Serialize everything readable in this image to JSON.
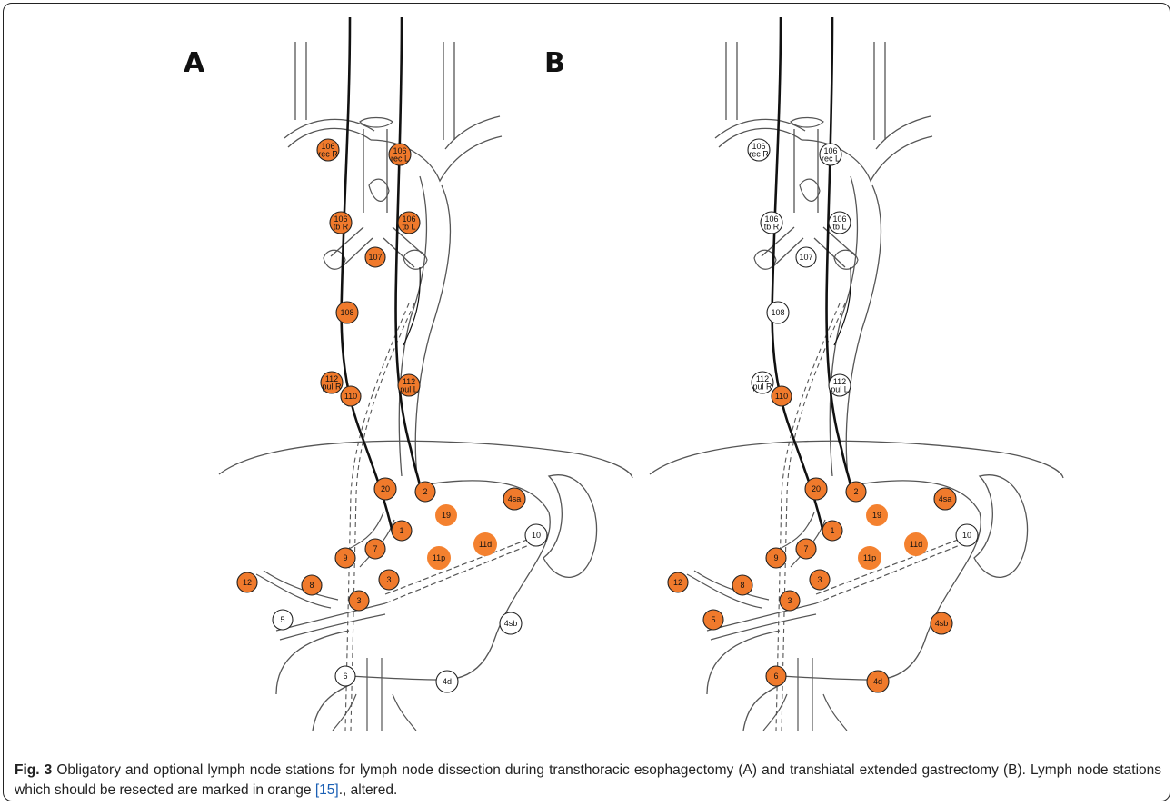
{
  "panels": [
    {
      "letter": "A",
      "nodes": [
        {
          "id": "106recR",
          "lines": [
            "106",
            "rec R"
          ],
          "orange": true
        },
        {
          "id": "106recL",
          "lines": [
            "106",
            "rec L"
          ],
          "orange": true
        },
        {
          "id": "106tbR",
          "lines": [
            "106",
            "tb R"
          ],
          "orange": true
        },
        {
          "id": "106tbL",
          "lines": [
            "106",
            "tb L"
          ],
          "orange": true
        },
        {
          "id": "107",
          "lines": [
            "107"
          ],
          "orange": true
        },
        {
          "id": "108",
          "lines": [
            "108"
          ],
          "orange": true
        },
        {
          "id": "112pulR",
          "lines": [
            "112",
            "pul R"
          ],
          "orange": true
        },
        {
          "id": "110",
          "lines": [
            "110"
          ],
          "orange": true
        },
        {
          "id": "112pulL",
          "lines": [
            "112",
            "pul L"
          ],
          "orange": true
        },
        {
          "id": "20",
          "lines": [
            "20"
          ],
          "orange": true
        },
        {
          "id": "2",
          "lines": [
            "2"
          ],
          "orange": true
        },
        {
          "id": "4sa",
          "lines": [
            "4sa"
          ],
          "orange": true
        },
        {
          "id": "19",
          "lines": [
            "19"
          ],
          "orange": true,
          "soft": true
        },
        {
          "id": "1",
          "lines": [
            "1"
          ],
          "orange": true
        },
        {
          "id": "11d",
          "lines": [
            "11d"
          ],
          "orange": true,
          "soft": true
        },
        {
          "id": "10",
          "lines": [
            "10"
          ],
          "orange": false
        },
        {
          "id": "7",
          "lines": [
            "7"
          ],
          "orange": true
        },
        {
          "id": "9",
          "lines": [
            "9"
          ],
          "orange": true
        },
        {
          "id": "11p",
          "lines": [
            "11p"
          ],
          "orange": true,
          "soft": true
        },
        {
          "id": "12",
          "lines": [
            "12"
          ],
          "orange": true
        },
        {
          "id": "8",
          "lines": [
            "8"
          ],
          "orange": true
        },
        {
          "id": "3a",
          "lines": [
            "3"
          ],
          "orange": true
        },
        {
          "id": "3b",
          "lines": [
            "3"
          ],
          "orange": true
        },
        {
          "id": "5",
          "lines": [
            "5"
          ],
          "orange": false
        },
        {
          "id": "4sb",
          "lines": [
            "4sb"
          ],
          "orange": false
        },
        {
          "id": "6",
          "lines": [
            "6"
          ],
          "orange": false
        },
        {
          "id": "4d",
          "lines": [
            "4d"
          ],
          "orange": false
        }
      ]
    },
    {
      "letter": "B",
      "nodes": [
        {
          "id": "106recR",
          "lines": [
            "106",
            "rec R"
          ],
          "orange": false
        },
        {
          "id": "106recL",
          "lines": [
            "106",
            "rec L"
          ],
          "orange": false
        },
        {
          "id": "106tbR",
          "lines": [
            "106",
            "tb R"
          ],
          "orange": false
        },
        {
          "id": "106tbL",
          "lines": [
            "106",
            "tb L"
          ],
          "orange": false
        },
        {
          "id": "107",
          "lines": [
            "107"
          ],
          "orange": false
        },
        {
          "id": "108",
          "lines": [
            "108"
          ],
          "orange": false
        },
        {
          "id": "112pulR",
          "lines": [
            "112",
            "pul R"
          ],
          "orange": false
        },
        {
          "id": "110",
          "lines": [
            "110"
          ],
          "orange": true
        },
        {
          "id": "112pulL",
          "lines": [
            "112",
            "pul L"
          ],
          "orange": false
        },
        {
          "id": "20",
          "lines": [
            "20"
          ],
          "orange": true
        },
        {
          "id": "2",
          "lines": [
            "2"
          ],
          "orange": true
        },
        {
          "id": "4sa",
          "lines": [
            "4sa"
          ],
          "orange": true
        },
        {
          "id": "19",
          "lines": [
            "19"
          ],
          "orange": true,
          "soft": true
        },
        {
          "id": "1",
          "lines": [
            "1"
          ],
          "orange": true
        },
        {
          "id": "11d",
          "lines": [
            "11d"
          ],
          "orange": true,
          "soft": true
        },
        {
          "id": "10",
          "lines": [
            "10"
          ],
          "orange": false
        },
        {
          "id": "7",
          "lines": [
            "7"
          ],
          "orange": true
        },
        {
          "id": "9",
          "lines": [
            "9"
          ],
          "orange": true
        },
        {
          "id": "11p",
          "lines": [
            "11p"
          ],
          "orange": true,
          "soft": true
        },
        {
          "id": "12",
          "lines": [
            "12"
          ],
          "orange": true
        },
        {
          "id": "8",
          "lines": [
            "8"
          ],
          "orange": true
        },
        {
          "id": "3a",
          "lines": [
            "3"
          ],
          "orange": true
        },
        {
          "id": "3b",
          "lines": [
            "3"
          ],
          "orange": true
        },
        {
          "id": "5",
          "lines": [
            "5"
          ],
          "orange": true
        },
        {
          "id": "4sb",
          "lines": [
            "4sb"
          ],
          "orange": true
        },
        {
          "id": "6",
          "lines": [
            "6"
          ],
          "orange": true
        },
        {
          "id": "4d",
          "lines": [
            "4d"
          ],
          "orange": true
        }
      ]
    }
  ],
  "colors": {
    "orange": "#f07a2c",
    "orange_soft": "#f4812f",
    "outline": "#222222",
    "anatomy": "#555555"
  },
  "caption": {
    "label": "Fig. 3",
    "text": " Obligatory and optional lymph node stations for lymph node dissection during transthoracic esophagectomy (A) and transhiatal extended gastrectomy (B). Lymph node stations which should be resected are marked in orange ",
    "ref": "[15]",
    "suffix": "., altered."
  }
}
